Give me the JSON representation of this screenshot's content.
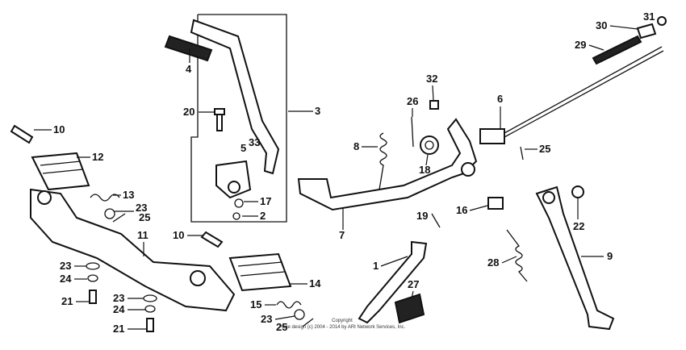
{
  "callouts": [
    {
      "id": "c1",
      "label": "1"
    },
    {
      "id": "c2",
      "label": "2"
    },
    {
      "id": "c3",
      "label": "3"
    },
    {
      "id": "c4",
      "label": "4"
    },
    {
      "id": "c5",
      "label": "5"
    },
    {
      "id": "c6",
      "label": "6"
    },
    {
      "id": "c7",
      "label": "7"
    },
    {
      "id": "c8",
      "label": "8"
    },
    {
      "id": "c9",
      "label": "9"
    },
    {
      "id": "c10a",
      "label": "10"
    },
    {
      "id": "c10b",
      "label": "10"
    },
    {
      "id": "c11",
      "label": "11"
    },
    {
      "id": "c12",
      "label": "12"
    },
    {
      "id": "c13",
      "label": "13"
    },
    {
      "id": "c14",
      "label": "14"
    },
    {
      "id": "c15",
      "label": "15"
    },
    {
      "id": "c16",
      "label": "16"
    },
    {
      "id": "c17",
      "label": "17"
    },
    {
      "id": "c18",
      "label": "18"
    },
    {
      "id": "c19",
      "label": "19"
    },
    {
      "id": "c20",
      "label": "20"
    },
    {
      "id": "c21a",
      "label": "21"
    },
    {
      "id": "c21b",
      "label": "21"
    },
    {
      "id": "c22",
      "label": "22"
    },
    {
      "id": "c23a",
      "label": "23"
    },
    {
      "id": "c23b",
      "label": "23"
    },
    {
      "id": "c23c",
      "label": "23"
    },
    {
      "id": "c23d",
      "label": "23"
    },
    {
      "id": "c24a",
      "label": "24"
    },
    {
      "id": "c24b",
      "label": "24"
    },
    {
      "id": "c25a",
      "label": "25"
    },
    {
      "id": "c25b",
      "label": "25"
    },
    {
      "id": "c25c",
      "label": "25"
    },
    {
      "id": "c26",
      "label": "26"
    },
    {
      "id": "c27",
      "label": "27"
    },
    {
      "id": "c28",
      "label": "28"
    },
    {
      "id": "c29",
      "label": "29"
    },
    {
      "id": "c30",
      "label": "30"
    },
    {
      "id": "c31",
      "label": "31"
    },
    {
      "id": "c32",
      "label": "32"
    },
    {
      "id": "c33",
      "label": "33"
    }
  ],
  "copyright": {
    "line1": "Copyright",
    "line2": "Page design (c) 2004 - 2014 by ARI Network Services, Inc."
  }
}
